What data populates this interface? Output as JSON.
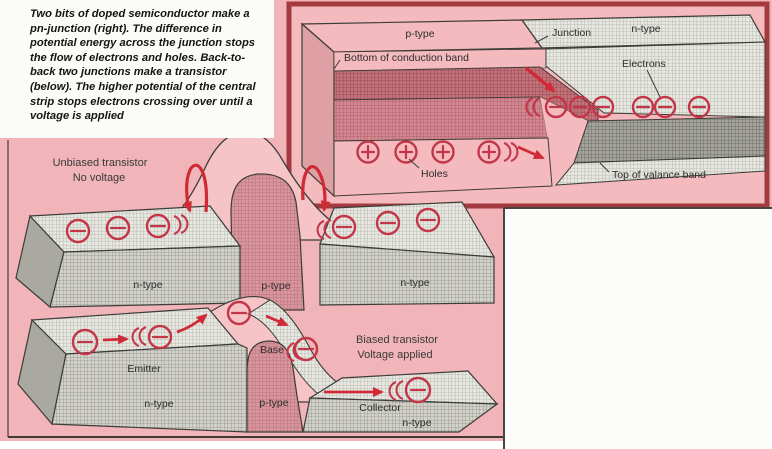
{
  "caption": {
    "text": "Two bits of doped semiconductor make a pn-junction (right). The difference in potential energy across the junction stops the flow of electrons and holes. Back-to-back two junctions make a transistor (below). The higher potential of the central strip stops electrons crossing over until a voltage is applied"
  },
  "pn_junction": {
    "p_type_label": "p-type",
    "junction_label": "Junction",
    "n_type_label": "n-type",
    "conduction_band_label": "Bottom of conduction band",
    "electrons_label": "Electrons",
    "holes_label": "Holes",
    "valence_band_label": "Top of valance band"
  },
  "unbiased": {
    "title_line1": "Unbiased transistor",
    "title_line2": "No voltage",
    "left_slab_type": "n-type",
    "barrier_type": "p-type",
    "right_slab_type": "n-type"
  },
  "biased": {
    "title_line1": "Biased transistor",
    "title_line2": "Voltage applied",
    "emitter_label": "Emitter",
    "emitter_type": "n-type",
    "base_label": "Base",
    "base_type": "p-type",
    "collector_label": "Collector",
    "collector_type": "n-type"
  },
  "symbols": {
    "electron": "−",
    "hole": "+"
  },
  "colors": {
    "background_pink": "#f1b4b8",
    "panel_pink": "#f4babd",
    "panel_border": "#a23a40",
    "charge_red": "#c23648",
    "arrow_red": "#cf2a35",
    "gray_surface": "#e7e7e1",
    "gray_front": "#d2d2cb",
    "valence_dark": "#a4a49c",
    "p_core": "#d9959c"
  }
}
